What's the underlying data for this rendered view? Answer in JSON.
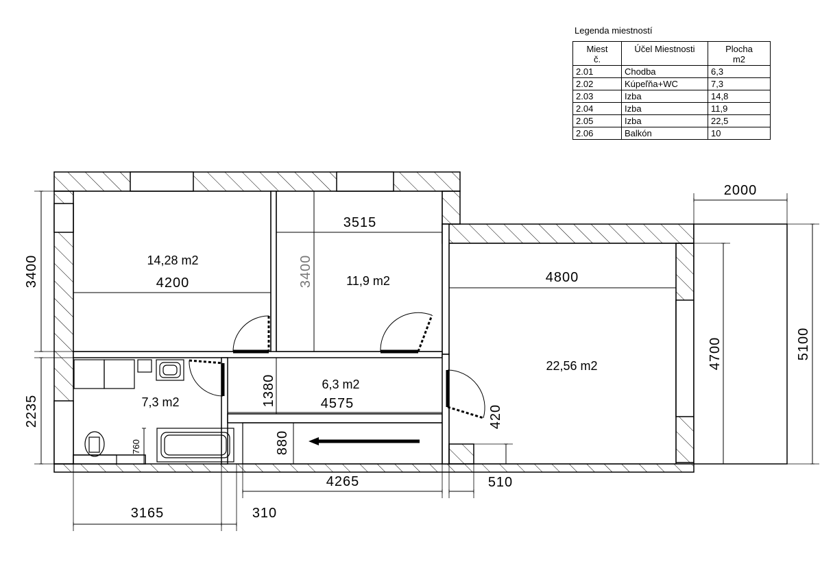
{
  "legend": {
    "title": "Legenda miestností",
    "headers": {
      "no": "Miest\nč.",
      "purpose": "Účel Miestnosti",
      "area": "Plocha\nm2"
    },
    "rows": [
      {
        "no": "2.01",
        "purpose": "Chodba",
        "area": "6,3"
      },
      {
        "no": "2.02",
        "purpose": "Kúpeľňa+WC",
        "area": "7,3"
      },
      {
        "no": "2.03",
        "purpose": "Izba",
        "area": "14,8"
      },
      {
        "no": "2.04",
        "purpose": "Izba",
        "area": "11,9"
      },
      {
        "no": "2.05",
        "purpose": "Izba",
        "area": "22,5"
      },
      {
        "no": "2.06",
        "purpose": "Balkón",
        "area": "10"
      }
    ]
  },
  "rooms": {
    "room_a_area": "14,28 m2",
    "room_b_area": "11,9 m2",
    "room_c_area": "22,56 m2",
    "hall_area": "6,3 m2",
    "bath_area": "7,3 m2"
  },
  "dims": {
    "room_a_width": "4200",
    "room_b_width": "3515",
    "room_c_width": "4800",
    "hall_width": "4575",
    "hall_height": "1380",
    "left_upper": "3400",
    "room_b_height": "3400",
    "left_lower": "2235",
    "room_c_height": "4700",
    "balcony_height": "5100",
    "balcony_width": "2000",
    "bath_width": "3165",
    "wall_gap": "310",
    "closet_width": "4265",
    "closet_height": "880",
    "bath_fixture": "760",
    "door_offset": "420",
    "niche": "510"
  }
}
